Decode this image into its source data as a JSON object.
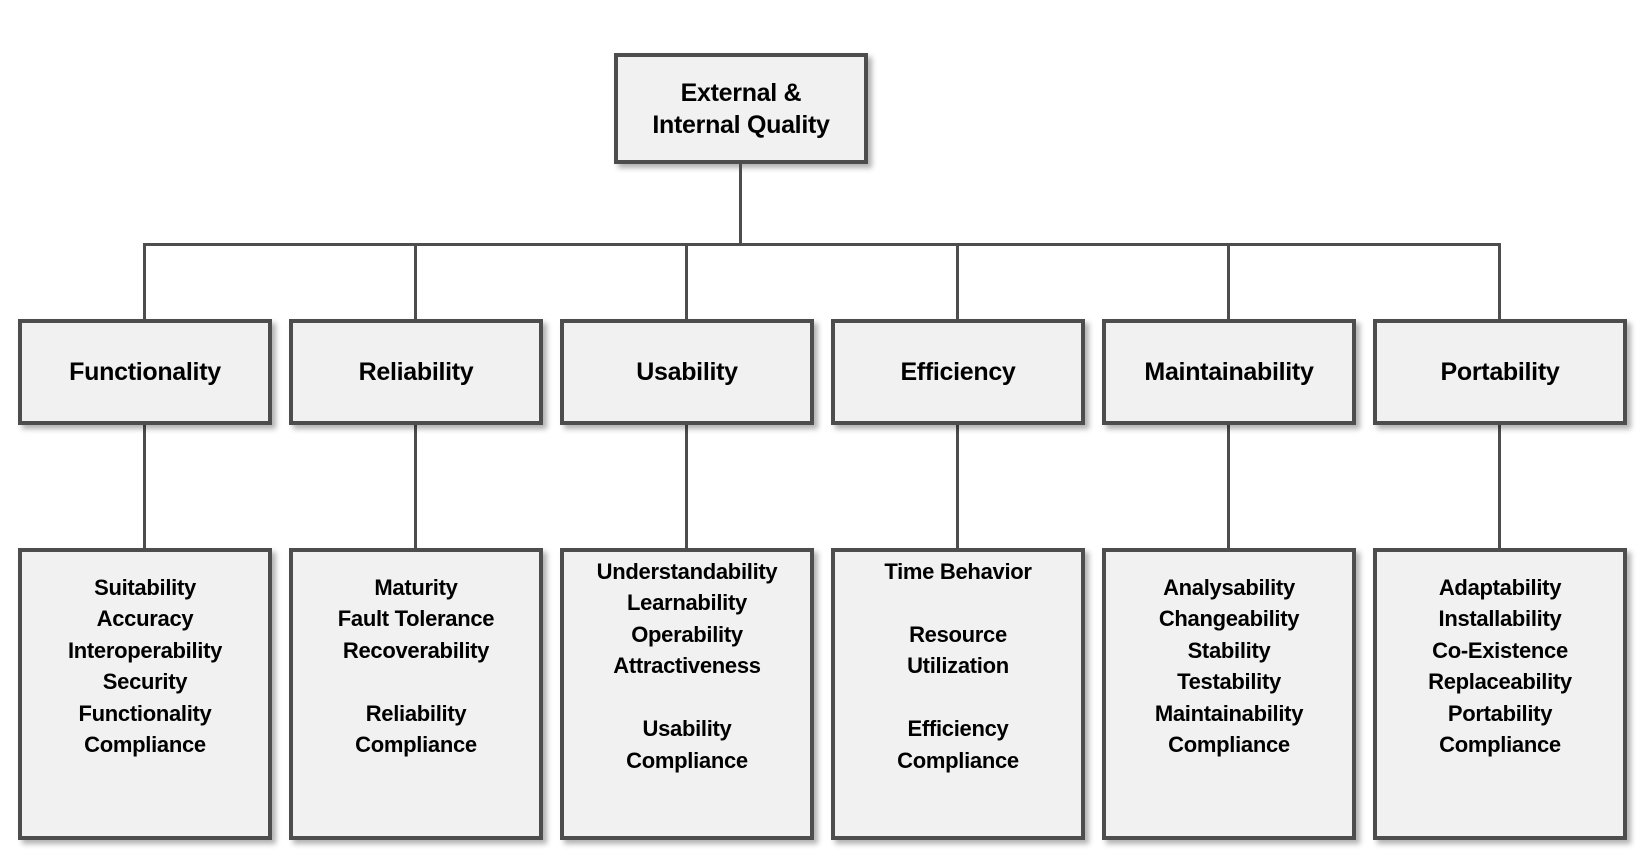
{
  "root": {
    "line1": "External &",
    "line2": "Internal Quality"
  },
  "branches": [
    {
      "label": "Functionality",
      "subs": [
        "Suitability",
        "Accuracy",
        "Interoperability",
        "Security",
        "Functionality",
        "Compliance"
      ]
    },
    {
      "label": "Reliability",
      "subs": [
        "Maturity",
        "Fault Tolerance",
        "Recoverability",
        "",
        "Reliability",
        "Compliance"
      ]
    },
    {
      "label": "Usability",
      "subs": [
        "Understandability",
        "Learnability",
        "Operability",
        "Attractiveness",
        "",
        "Usability",
        "Compliance"
      ]
    },
    {
      "label": "Efficiency",
      "subs": [
        "Time Behavior",
        "",
        "Resource",
        "Utilization",
        "",
        "Efficiency",
        "Compliance"
      ]
    },
    {
      "label": "Maintainability",
      "subs": [
        "Analysability",
        "Changeability",
        "Stability",
        "Testability",
        "Maintainability",
        "Compliance"
      ]
    },
    {
      "label": "Portability",
      "subs": [
        "Adaptability",
        "Installability",
        "Co-Existence",
        "Replaceability",
        "Portability",
        "Compliance"
      ]
    }
  ],
  "colors": {
    "background": "#ffffff",
    "box_fill": "#f1f1f1",
    "box_border": "#4d4d4d",
    "line": "#4d4d4d",
    "text": "#000000"
  }
}
